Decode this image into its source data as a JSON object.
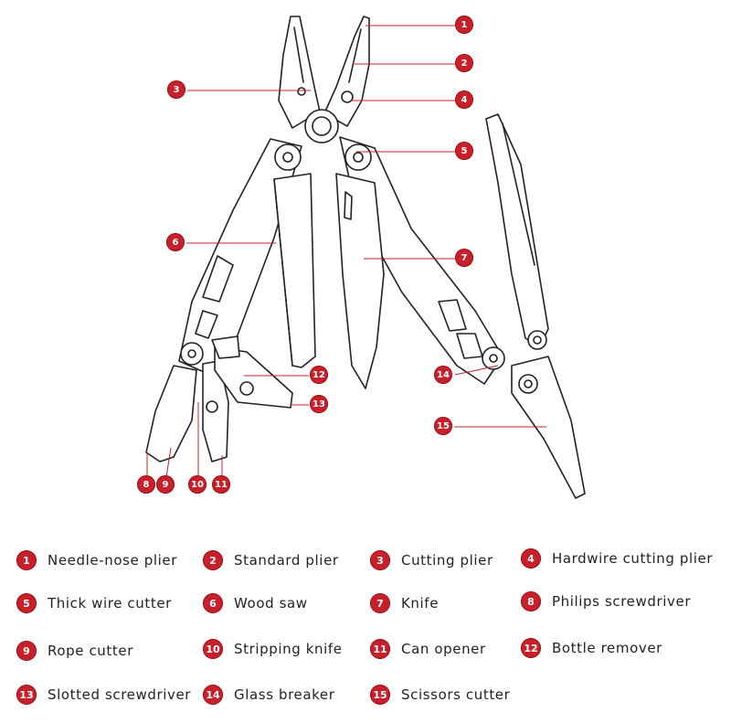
{
  "accent_color": "#c8202a",
  "line_color": "#222222",
  "callouts": [
    {
      "number": "1"
    },
    {
      "number": "2"
    },
    {
      "number": "3"
    },
    {
      "number": "4"
    },
    {
      "number": "5"
    },
    {
      "number": "6"
    },
    {
      "number": "7"
    },
    {
      "number": "8"
    },
    {
      "number": "9"
    },
    {
      "number": "10"
    },
    {
      "number": "11"
    },
    {
      "number": "12"
    },
    {
      "number": "13"
    },
    {
      "number": "14"
    },
    {
      "number": "15"
    }
  ],
  "legend": [
    {
      "number": "1",
      "label": "Needle-nose plier"
    },
    {
      "number": "2",
      "label": "Standard plier"
    },
    {
      "number": "3",
      "label": "Cutting plier"
    },
    {
      "number": "4",
      "label": "Hardwire cutting plier"
    },
    {
      "number": "5",
      "label": "Thick wire cutter"
    },
    {
      "number": "6",
      "label": "Wood saw"
    },
    {
      "number": "7",
      "label": "Knife"
    },
    {
      "number": "8",
      "label": "Philips screwdriver"
    },
    {
      "number": "9",
      "label": "Rope cutter"
    },
    {
      "number": "10",
      "label": "Stripping knife"
    },
    {
      "number": "11",
      "label": "Can opener"
    },
    {
      "number": "12",
      "label": "Bottle remover"
    },
    {
      "number": "13",
      "label": "Slotted screwdriver"
    },
    {
      "number": "14",
      "label": "Glass breaker"
    },
    {
      "number": "15",
      "label": "Scissors cutter"
    }
  ]
}
